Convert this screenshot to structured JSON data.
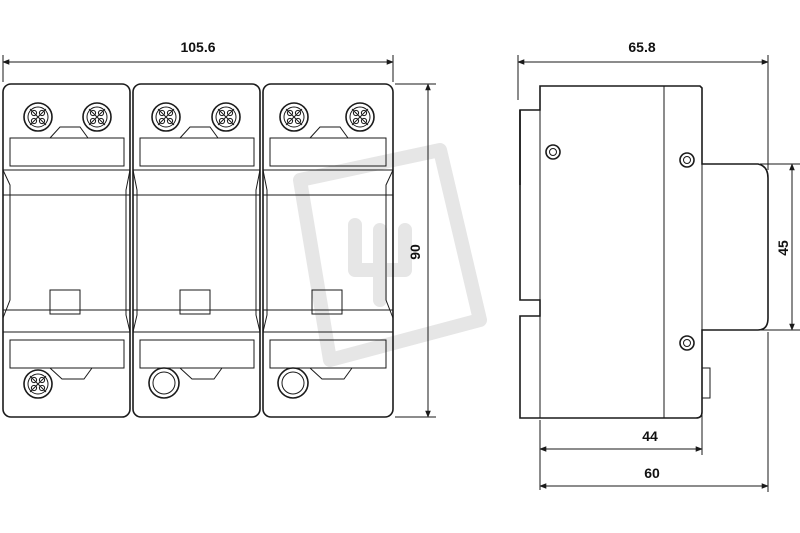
{
  "dimensions": {
    "front_width": "105.6",
    "front_height": "90",
    "side_width": "65.8",
    "rail_height": "45",
    "depth_44": "44",
    "depth_60": "60"
  },
  "colors": {
    "line": "#1a1a1a",
    "background": "#ffffff",
    "watermark": "#e6e6e6"
  },
  "icons": {
    "screw_terminal": "cross-screw-icon",
    "plain_terminal": "round-terminal-icon"
  }
}
